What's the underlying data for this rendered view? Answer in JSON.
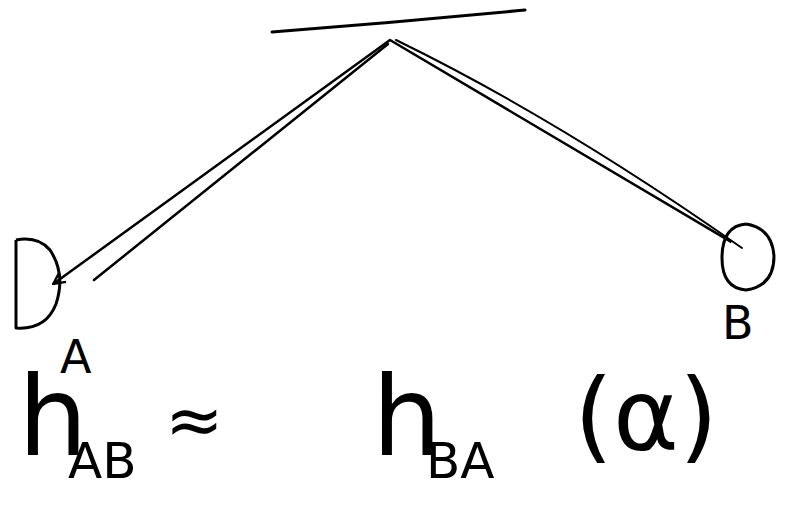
{
  "diagram": {
    "nodes": [
      {
        "text": [
          "A"
        ]
      },
      {
        "text": [
          "B"
        ]
      }
    ],
    "edges": [
      {
        "from": 1,
        "to": 0,
        "arrow": "to"
      }
    ],
    "labels": [
      "h",
      "AB",
      "≈",
      "h",
      "BA",
      "(α)"
    ]
  }
}
